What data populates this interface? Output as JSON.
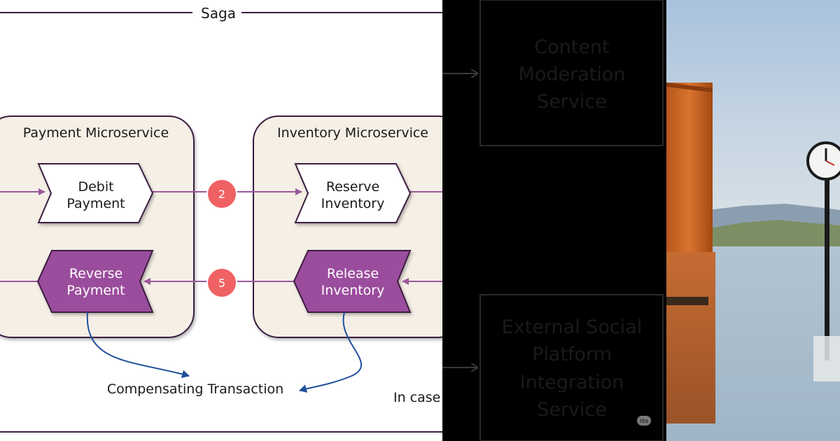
{
  "saga": {
    "title": "Saga",
    "payment": {
      "title": "Payment Microservice",
      "forward": [
        "Debit",
        "Payment"
      ],
      "reverse": [
        "Reverse",
        "Payment"
      ]
    },
    "inventory": {
      "title": "Inventory Microservice",
      "forward": [
        "Reserve",
        "Inventory"
      ],
      "reverse": [
        "Release",
        "Inventory"
      ]
    },
    "steps": {
      "forward": "2",
      "reverse": "5"
    },
    "compensating_label": "Compensating Transaction",
    "cut_label": "In case"
  },
  "dark_panel": {
    "top_box": [
      "Content",
      "Moderation",
      "Service"
    ],
    "bottom_box": [
      "External Social",
      "Platform",
      "Integration",
      "Service"
    ],
    "badge": "lite"
  },
  "colors": {
    "container_fill": "#f5efe6",
    "container_stroke": "#3d1f3f",
    "arrow_purple": "#9b5a9b",
    "reverse_fill": "#9b4d9d",
    "badge_red": "#f06164",
    "curve_blue": "#1f4f9a",
    "dark_text": "#1a1a1a",
    "dark_border": "#2a2a2a"
  }
}
